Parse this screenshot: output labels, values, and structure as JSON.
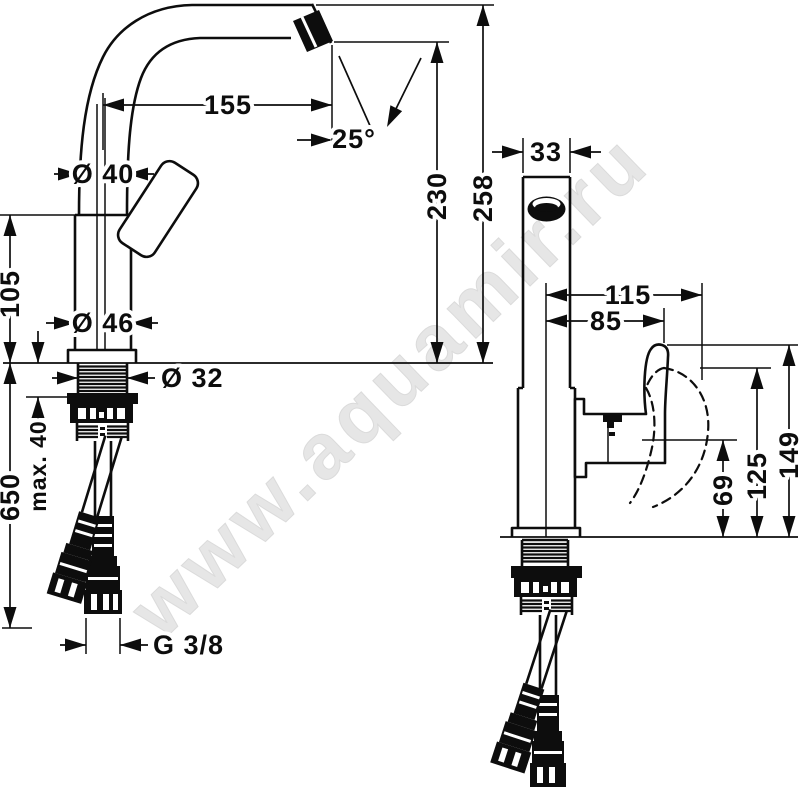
{
  "watermark": {
    "text": "www.aquamir.ru"
  },
  "side_view": {
    "spout_reach": "155",
    "spout_angle": "25°",
    "spout_diameter": "Ø 40",
    "body_height": "105",
    "body_diameter": "Ø 46",
    "shank_diameter": "Ø 32",
    "max_mounting_thickness": "max. 40",
    "hose_length": "650",
    "connection_thread": "G 3/8",
    "outlet_height": "230",
    "total_height": "258"
  },
  "front_view": {
    "spout_width": "33",
    "handle_tilted_reach": "115",
    "handle_reach": "85",
    "handle_height": "149",
    "handle_tilted_height": "125",
    "handle_base_height": "69"
  }
}
